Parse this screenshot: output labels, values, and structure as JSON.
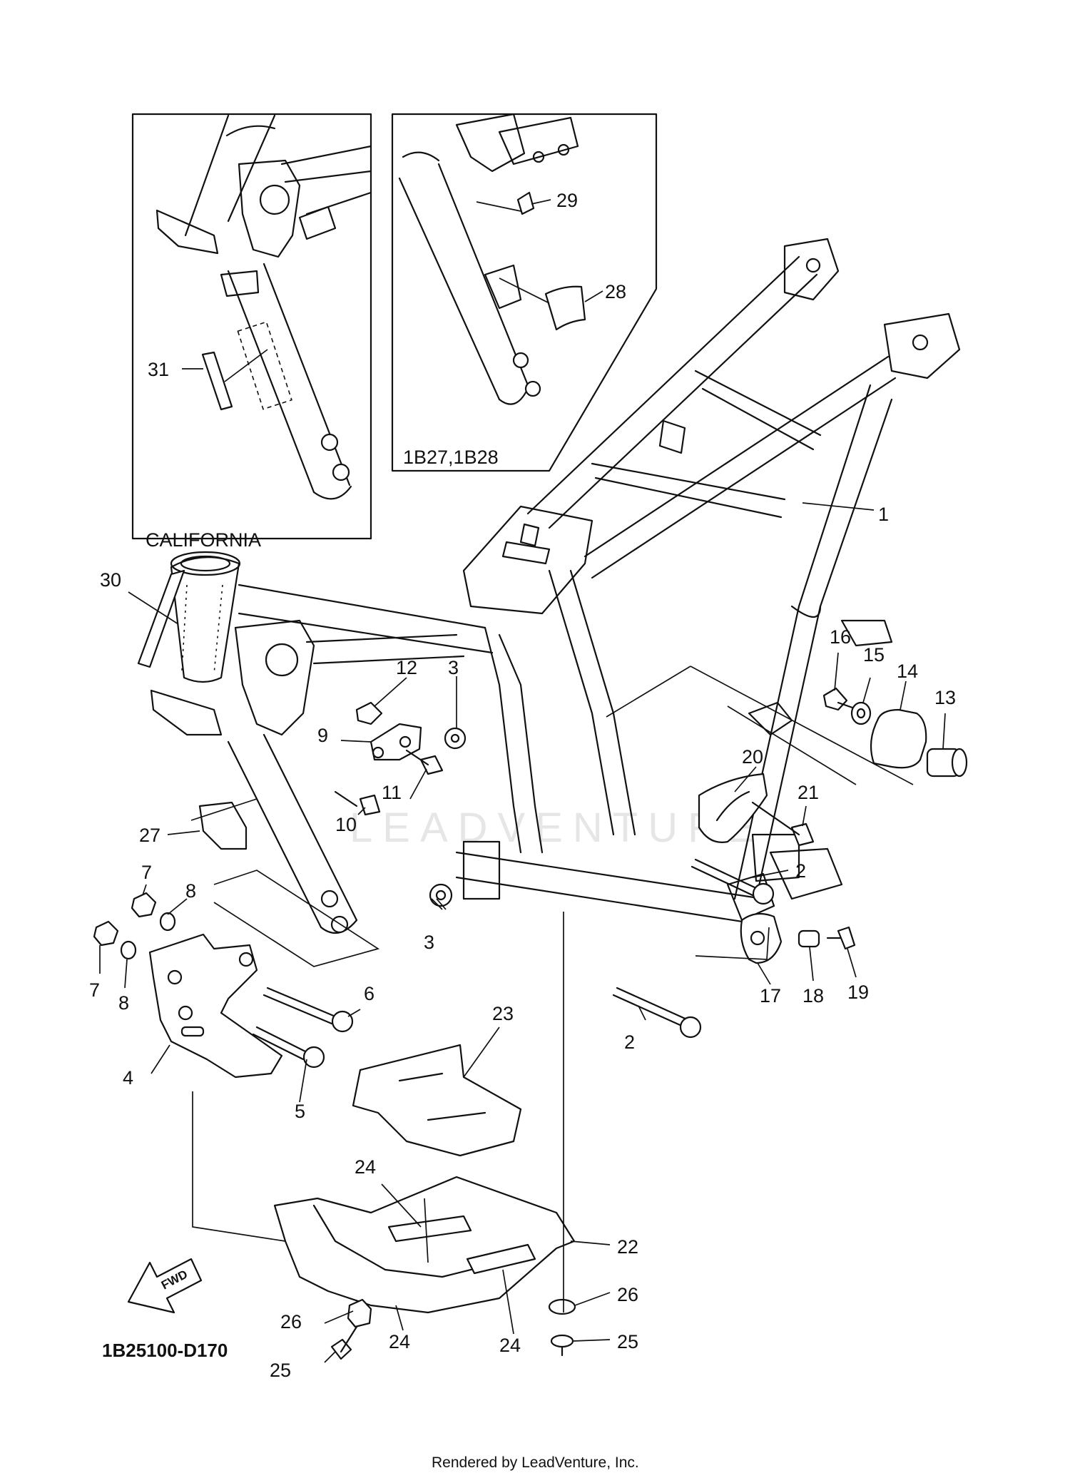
{
  "diagram": {
    "inset_california": {
      "label": "CALIFORNIA"
    },
    "inset_models": {
      "label": "1B27,1B28"
    },
    "document_id": "1B25100-D170",
    "fwd_arrow": {
      "label": "FWD",
      "icon": "fwd-arrow-icon"
    },
    "watermark": "LEADVENTURE",
    "footer": "Rendered by LeadVenture, Inc.",
    "callouts": [
      {
        "id": "c1",
        "text": "1"
      },
      {
        "id": "c2a",
        "text": "2"
      },
      {
        "id": "c2b",
        "text": "2"
      },
      {
        "id": "c3a",
        "text": "3"
      },
      {
        "id": "c3b",
        "text": "3"
      },
      {
        "id": "c4",
        "text": "4"
      },
      {
        "id": "c5",
        "text": "5"
      },
      {
        "id": "c6",
        "text": "6"
      },
      {
        "id": "c7a",
        "text": "7"
      },
      {
        "id": "c7b",
        "text": "7"
      },
      {
        "id": "c8a",
        "text": "8"
      },
      {
        "id": "c8b",
        "text": "8"
      },
      {
        "id": "c9",
        "text": "9"
      },
      {
        "id": "c10",
        "text": "10"
      },
      {
        "id": "c11",
        "text": "11"
      },
      {
        "id": "c12",
        "text": "12"
      },
      {
        "id": "c13",
        "text": "13"
      },
      {
        "id": "c14",
        "text": "14"
      },
      {
        "id": "c15",
        "text": "15"
      },
      {
        "id": "c16",
        "text": "16"
      },
      {
        "id": "c17",
        "text": "17"
      },
      {
        "id": "c18",
        "text": "18"
      },
      {
        "id": "c19",
        "text": "19"
      },
      {
        "id": "c20",
        "text": "20"
      },
      {
        "id": "c21",
        "text": "21"
      },
      {
        "id": "c22",
        "text": "22"
      },
      {
        "id": "c23",
        "text": "23"
      },
      {
        "id": "c24a",
        "text": "24"
      },
      {
        "id": "c24b",
        "text": "24"
      },
      {
        "id": "c24c",
        "text": "24"
      },
      {
        "id": "c25a",
        "text": "25"
      },
      {
        "id": "c25b",
        "text": "25"
      },
      {
        "id": "c26a",
        "text": "26"
      },
      {
        "id": "c26b",
        "text": "26"
      },
      {
        "id": "c27",
        "text": "27"
      },
      {
        "id": "c28",
        "text": "28"
      },
      {
        "id": "c29",
        "text": "29"
      },
      {
        "id": "c30",
        "text": "30"
      },
      {
        "id": "c31",
        "text": "31"
      }
    ]
  }
}
